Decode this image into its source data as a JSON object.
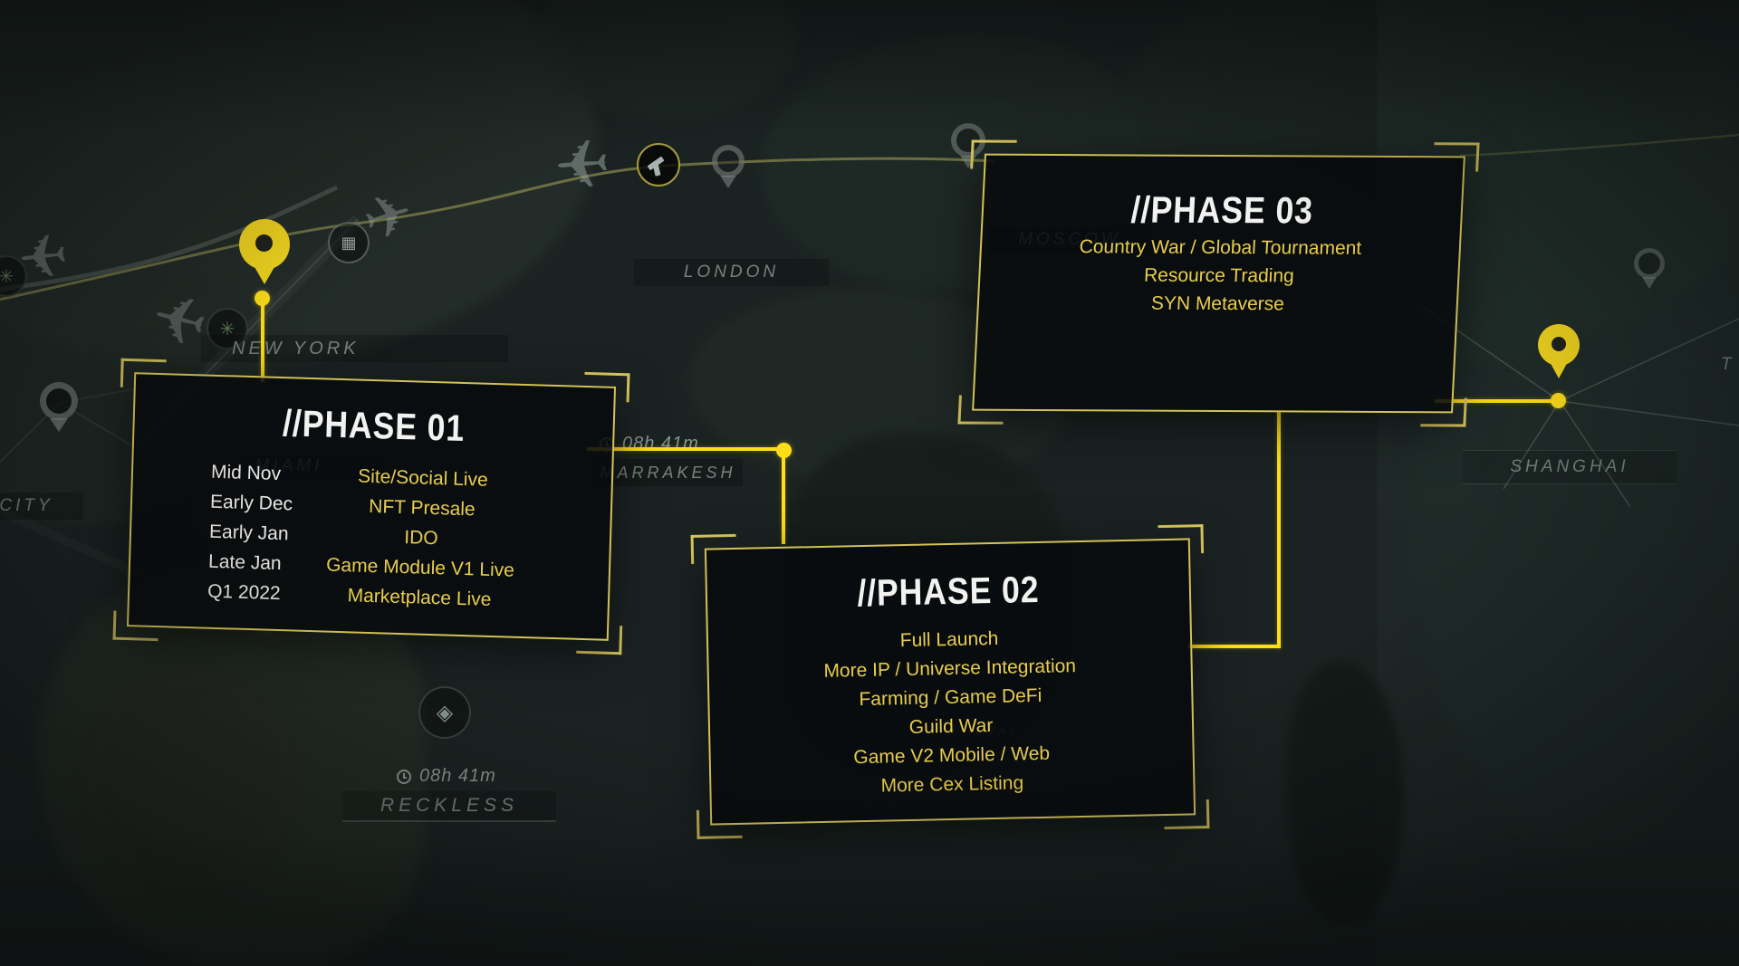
{
  "colors": {
    "background": "#1B2322",
    "accent_yellow": "#FFDF1A",
    "pin_yellow": "#F4D71F",
    "card_border": "#D3C258",
    "bracket": "#DCCA5F",
    "item_yellow": "#E7CD4E",
    "title_white": "#F2F2F0",
    "map_label_gray": "#76827E"
  },
  "phases": [
    {
      "title": "//PHASE 01",
      "schedule": [
        {
          "date": "Mid Nov",
          "item": "Site/Social Live"
        },
        {
          "date": "Early Dec",
          "item": "NFT Presale"
        },
        {
          "date": "Early Jan",
          "item": "IDO"
        },
        {
          "date": "Late Jan",
          "item": "Game Module V1 Live"
        },
        {
          "date": "Q1 2022",
          "item": "Marketplace Live"
        }
      ]
    },
    {
      "title": "//PHASE 02",
      "items": [
        "Full Launch",
        "More IP / Universe Integration",
        "Farming / Game DeFi",
        "Guild War",
        "Game V2 Mobile / Web",
        "More Cex Listing"
      ]
    },
    {
      "title": "//PHASE 03",
      "items": [
        "Country War / Global Tournament",
        "Resource Trading",
        "SYN Metaverse"
      ]
    }
  ],
  "map": {
    "labels": [
      {
        "id": "new-york",
        "text": "NEW YORK"
      },
      {
        "id": "london",
        "text": "LONDON"
      },
      {
        "id": "miami",
        "text": "MIAMI"
      },
      {
        "id": "marrakesh",
        "text": "MARRAKESH"
      },
      {
        "id": "moscow",
        "text": "MOSCOW"
      },
      {
        "id": "shanghai",
        "text": "SHANGHAI"
      },
      {
        "id": "city",
        "text": "CITY"
      },
      {
        "id": "reckless",
        "text": "RECKLESS"
      },
      {
        "id": "brutal",
        "text": "BRUTAL"
      },
      {
        "id": "tokyo-partial",
        "text": "T"
      }
    ],
    "timers": [
      {
        "id": "marrakesh-timer",
        "text": "08h 41m"
      },
      {
        "id": "reckless-timer",
        "text": "08h 41m"
      }
    ],
    "icons": [
      "plane-icon",
      "leaf-icon",
      "chip-icon",
      "gun-icon",
      "diamond-icon",
      "map-pin-icon",
      "clock-icon",
      "location-pin-icon"
    ]
  }
}
